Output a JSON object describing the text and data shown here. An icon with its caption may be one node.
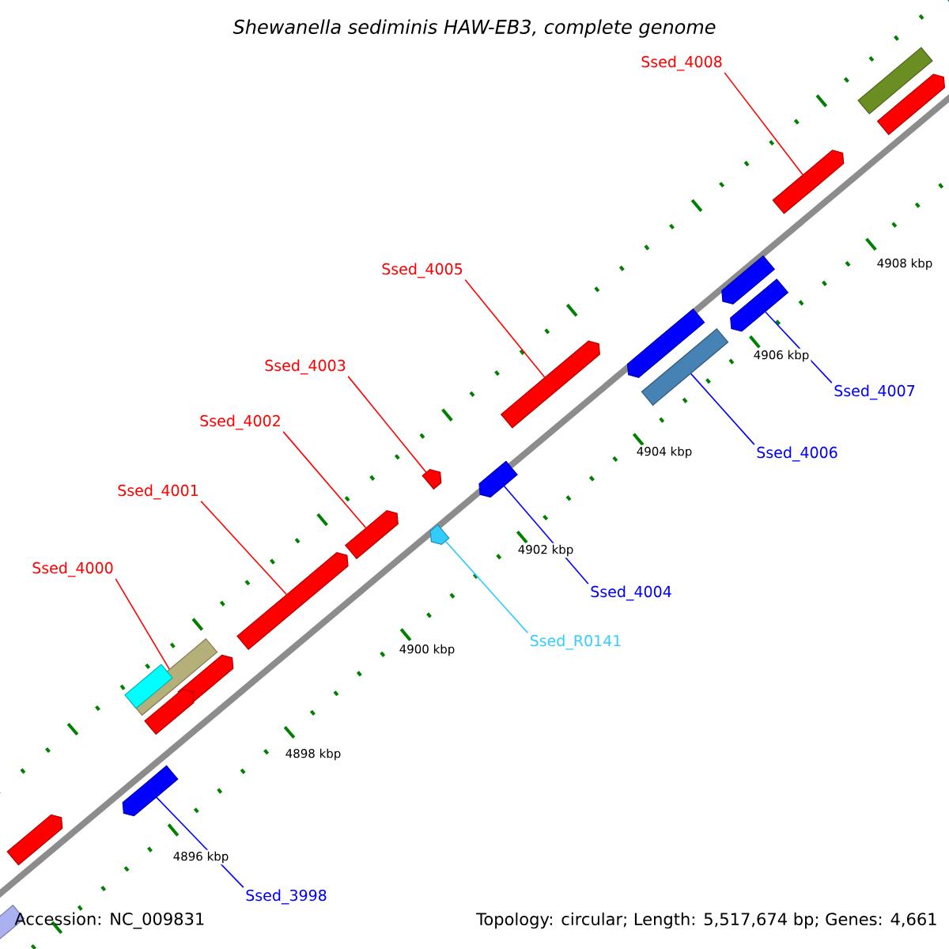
{
  "diagram": {
    "title": "*Shewanella sediminis* HAW-EB3, complete genome",
    "nodes": [
      {
        "text": [
          "Ssed_4008"
        ]
      },
      {
        "text": [
          "Ssed_4005"
        ]
      },
      {
        "text": [
          "Ssed_4007"
        ]
      },
      {
        "text": [
          "Ssed_4006"
        ]
      },
      {
        "text": [
          "Ssed_4003"
        ]
      },
      {
        "text": [
          "Ssed_4002"
        ]
      },
      {
        "text": [
          "Ssed_4001"
        ]
      },
      {
        "text": [
          "Ssed_4004"
        ]
      },
      {
        "text": [
          "Ssed_4000"
        ]
      },
      {
        "text": [
          "Ssed_R0141"
        ]
      },
      {
        "text": [
          "Ssed_3998"
        ]
      },
      {
        "text": [],
        "shape": "bar"
      },
      {
        "text": [],
        "shape": "bar"
      },
      {
        "text": [],
        "shape": "bar"
      },
      {
        "text": [],
        "shape": "bar"
      },
      {
        "text": [],
        "shape": "bar"
      },
      {
        "text": [],
        "shape": "bar"
      },
      {
        "text": [],
        "shape": "bar"
      },
      {
        "text": [],
        "shape": "bar"
      },
      {
        "text": [],
        "shape": "bar"
      },
      {
        "text": [],
        "shape": "bar"
      },
      {
        "text": [],
        "shape": "bar"
      },
      {
        "text": [],
        "shape": "bar"
      },
      {
        "text": [],
        "shape": "bar"
      },
      {
        "text": [],
        "shape": "bar"
      },
      {
        "text": [],
        "shape": "bar"
      },
      {
        "text": [],
        "shape": "bar"
      },
      {
        "text": [],
        "shape": "bar"
      },
      {
        "text": [],
        "shape": "bar"
      },
      {
        "text": [],
        "shape": "bar"
      },
      {
        "text": [],
        "shape": "bar"
      }
    ],
    "edges": [
      {
        "from": 0,
        "to": 13,
        "arrow": "none"
      },
      {
        "from": 1,
        "to": 18,
        "arrow": "none"
      },
      {
        "from": 2,
        "to": 15,
        "arrow": "none",
        "color": "#0000ff"
      },
      {
        "from": 3,
        "to": 17,
        "arrow": "none",
        "color": "#0000ff"
      },
      {
        "from": 4,
        "to": 19,
        "arrow": "none"
      },
      {
        "from": 5,
        "to": 22,
        "arrow": "none"
      },
      {
        "from": 6,
        "to": 23,
        "arrow": "none"
      },
      {
        "from": 7,
        "to": 20,
        "arrow": "none",
        "color": "#0000ff"
      },
      {
        "from": 8,
        "to": 24,
        "arrow": "none"
      },
      {
        "from": 9,
        "to": 21,
        "arrow": "none",
        "color": "#33ccff"
      },
      {
        "from": 10,
        "to": 28,
        "arrow": "none",
        "color": "#0000ff"
      }
    ],
    "labels": [
      "4908 kbp",
      "4906 kbp",
      "4904 kbp",
      "4902 kbp",
      "4900 kbp",
      "4898 kbp",
      "4896 kbp",
      "Accession: NC_009831",
      "Topology: circular; Length: 5,517,674 bp; Genes: 4,661"
    ]
  }
}
